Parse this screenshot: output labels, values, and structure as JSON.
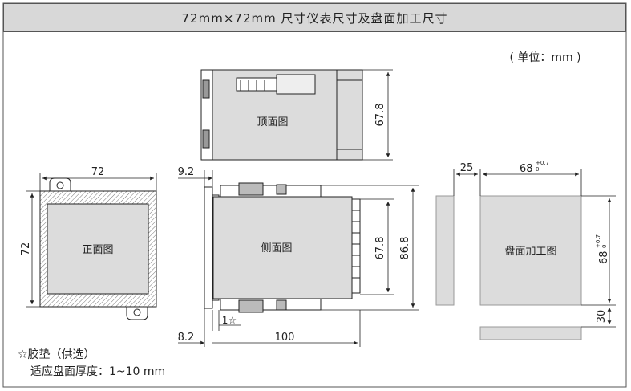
{
  "title": "72mm×72mm 尺寸仪表尺寸及盘面加工尺寸",
  "unit_note": "( 单位：mm )",
  "views": {
    "top": "顶面图",
    "front": "正面图",
    "side": "侧面图",
    "panel": "盘面加工图"
  },
  "dims": {
    "top_depth": "67.8",
    "front_w": "72",
    "front_h": "72",
    "bezel": "9.2",
    "side_body": "67.8",
    "side_total": "86.8",
    "gasket_mark": "1☆",
    "bezel_bottom": "8.2",
    "length": "100",
    "panel_gap": "25",
    "panel_w_base": "68",
    "panel_h_base": "68",
    "tol_plus": "+0.7",
    "tol_zero": "0",
    "panel_bottom_gap": "30"
  },
  "notes": {
    "gasket": "☆胶垫（供选）",
    "thickness": "适应盘面厚度：1~10 mm"
  },
  "colors": {
    "body": "#dcdcdc",
    "line": "#222222",
    "border": "#555555"
  }
}
